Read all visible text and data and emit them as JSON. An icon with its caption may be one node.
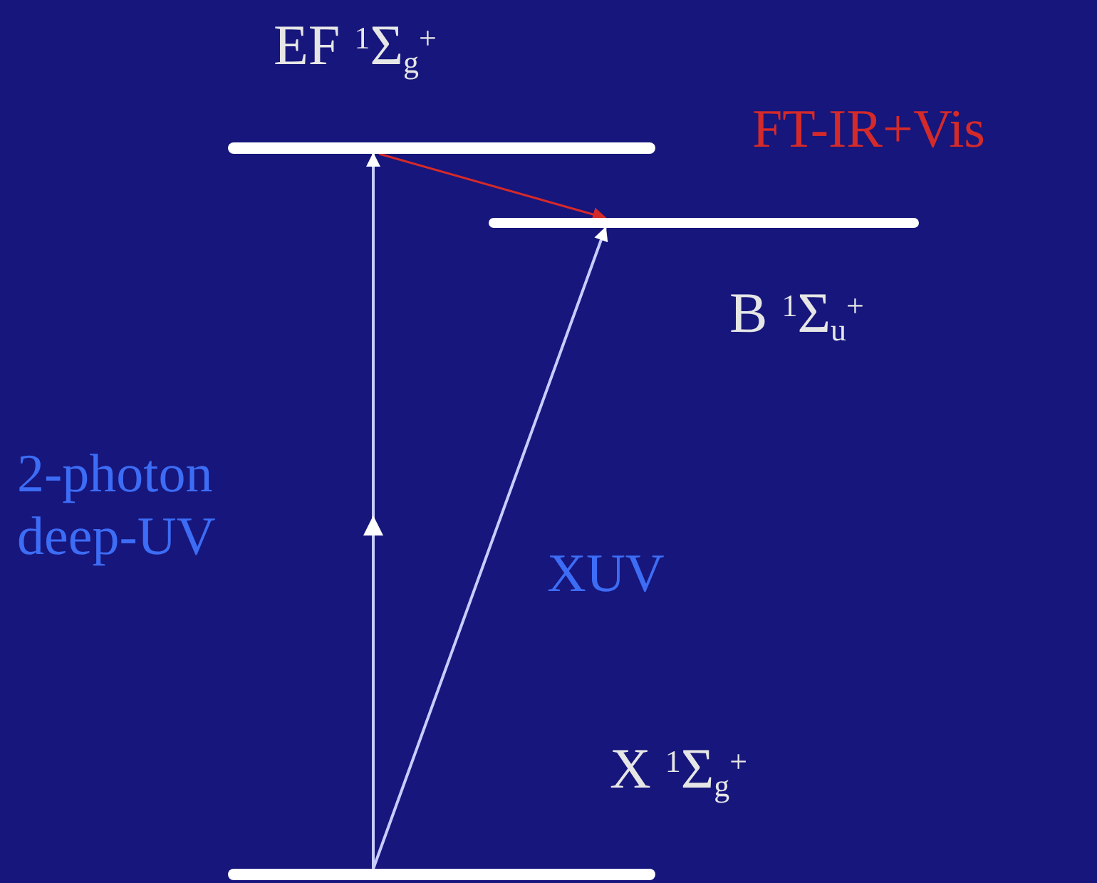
{
  "diagram": {
    "nodes": [
      {
        "text": [],
        "shape": "bar",
        "beside": [
          "EF $^{1}$Σ$_{g}$$^{+}$"
        ]
      },
      {
        "text": [],
        "shape": "bar",
        "beside": [
          "B $^{1}$Σ$_{u}$$^{+}$"
        ]
      },
      {
        "text": [],
        "shape": "bar",
        "beside": [
          "X $^{1}$Σ$_{g}$$^{+}$"
        ]
      }
    ],
    "edges": [
      {
        "from": 2,
        "to": 0,
        "arrow": "to",
        "label": "2-photon deep-UV"
      },
      {
        "from": 2,
        "to": 1,
        "arrow": "to",
        "label": "XUV"
      },
      {
        "from": 0,
        "to": 1,
        "arrow": "to",
        "label": "FT-IR+Vis",
        "color": "#d42a2a"
      }
    ]
  }
}
